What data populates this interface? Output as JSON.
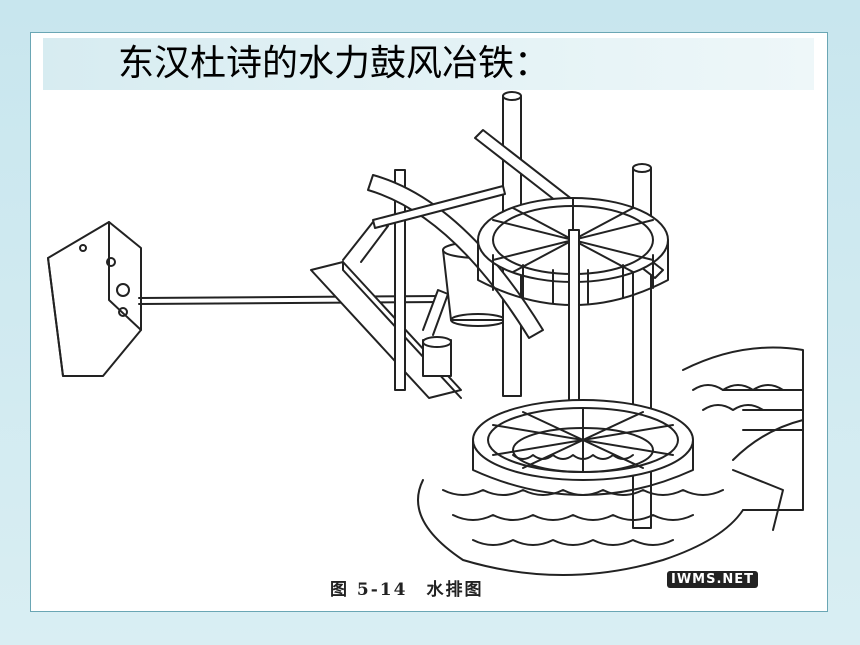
{
  "slide": {
    "title": "东汉杜诗的水力鼓风冶铁：",
    "figure_caption": "图 5-14　水排图",
    "watermark": "IWMS.NET"
  }
}
